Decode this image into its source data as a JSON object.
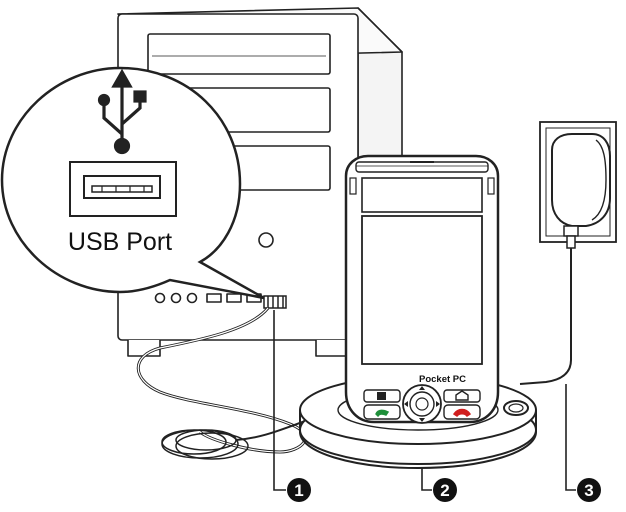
{
  "callout": {
    "label": "USB Port",
    "icon": "usb-icon"
  },
  "device": {
    "brand_label": "Pocket PC",
    "icon": "home-icon"
  },
  "markers": [
    {
      "number": "1"
    },
    {
      "number": "2"
    },
    {
      "number": "3"
    }
  ],
  "colors": {
    "line": "#222222",
    "background": "#ffffff",
    "call_green": "#1f8f3a",
    "end_red": "#d11f1f",
    "marker_fill": "#111111",
    "marker_text": "#ffffff"
  }
}
